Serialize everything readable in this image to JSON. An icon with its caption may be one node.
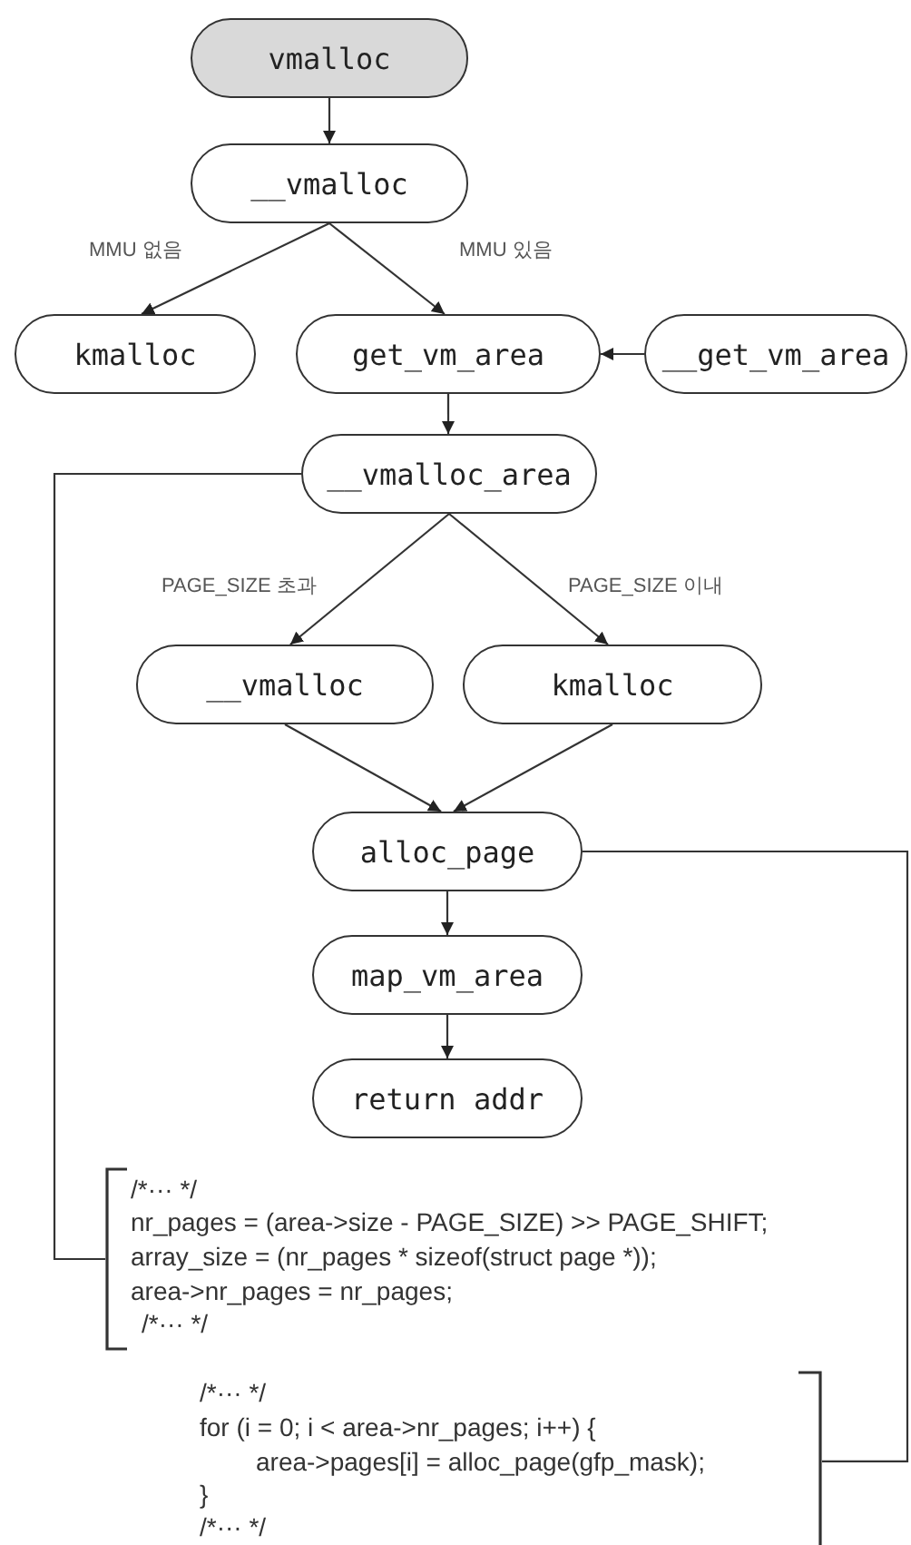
{
  "diagram": {
    "nodes": [
      {
        "text": [
          "vmalloc"
        ]
      },
      {
        "text": [
          "__vmalloc"
        ]
      },
      {
        "text": [
          "kmalloc"
        ]
      },
      {
        "text": [
          "get_vm_area"
        ]
      },
      {
        "text": [
          "__get_vm_area"
        ]
      },
      {
        "text": [
          "__vmalloc_area"
        ]
      },
      {
        "text": [
          "__vmalloc"
        ]
      },
      {
        "text": [
          "kmalloc"
        ]
      },
      {
        "text": [
          "alloc_page"
        ]
      },
      {
        "text": [
          "map_vm_area"
        ]
      },
      {
        "text": [
          "return addr"
        ]
      },
      {
        "text": [
          "/*··· */",
          "nr_pages = (area->size - PAGE_SIZE) >>  PAGE_SHIFT;",
          "array_size = (nr_pages * sizeof(struct page *));",
          "area->nr_pages = nr_pages;",
          "/*··· */"
        ]
      },
      {
        "text": [
          "/*··· */",
          "for (i = 0; i < area->nr_pages; i++) {",
          "area->pages[i] = alloc_page(gfp_mask);",
          "}",
          "/*··· */"
        ]
      }
    ],
    "edges": [
      {
        "from": 0,
        "to": 1,
        "arrow": "to"
      },
      {
        "from": 1,
        "to": 2,
        "arrow": "to",
        "label": "MMU 없음"
      },
      {
        "from": 1,
        "to": 3,
        "arrow": "to",
        "label": "MMU 있음"
      },
      {
        "from": 4,
        "to": 3,
        "arrow": "to"
      },
      {
        "from": 3,
        "to": 5,
        "arrow": "to"
      },
      {
        "from": 5,
        "to": 6,
        "arrow": "to",
        "label": "PAGE_SIZE 초과"
      },
      {
        "from": 5,
        "to": 7,
        "arrow": "to",
        "label": "PAGE_SIZE 이내"
      },
      {
        "from": 6,
        "to": 8,
        "arrow": "to"
      },
      {
        "from": 7,
        "to": 8,
        "arrow": "to"
      },
      {
        "from": 8,
        "to": 9,
        "arrow": "to"
      },
      {
        "from": 9,
        "to": 10,
        "arrow": "to"
      },
      {
        "from": 5,
        "to": 11,
        "arrow": "none"
      },
      {
        "from": 8,
        "to": 12,
        "arrow": "none"
      }
    ]
  }
}
